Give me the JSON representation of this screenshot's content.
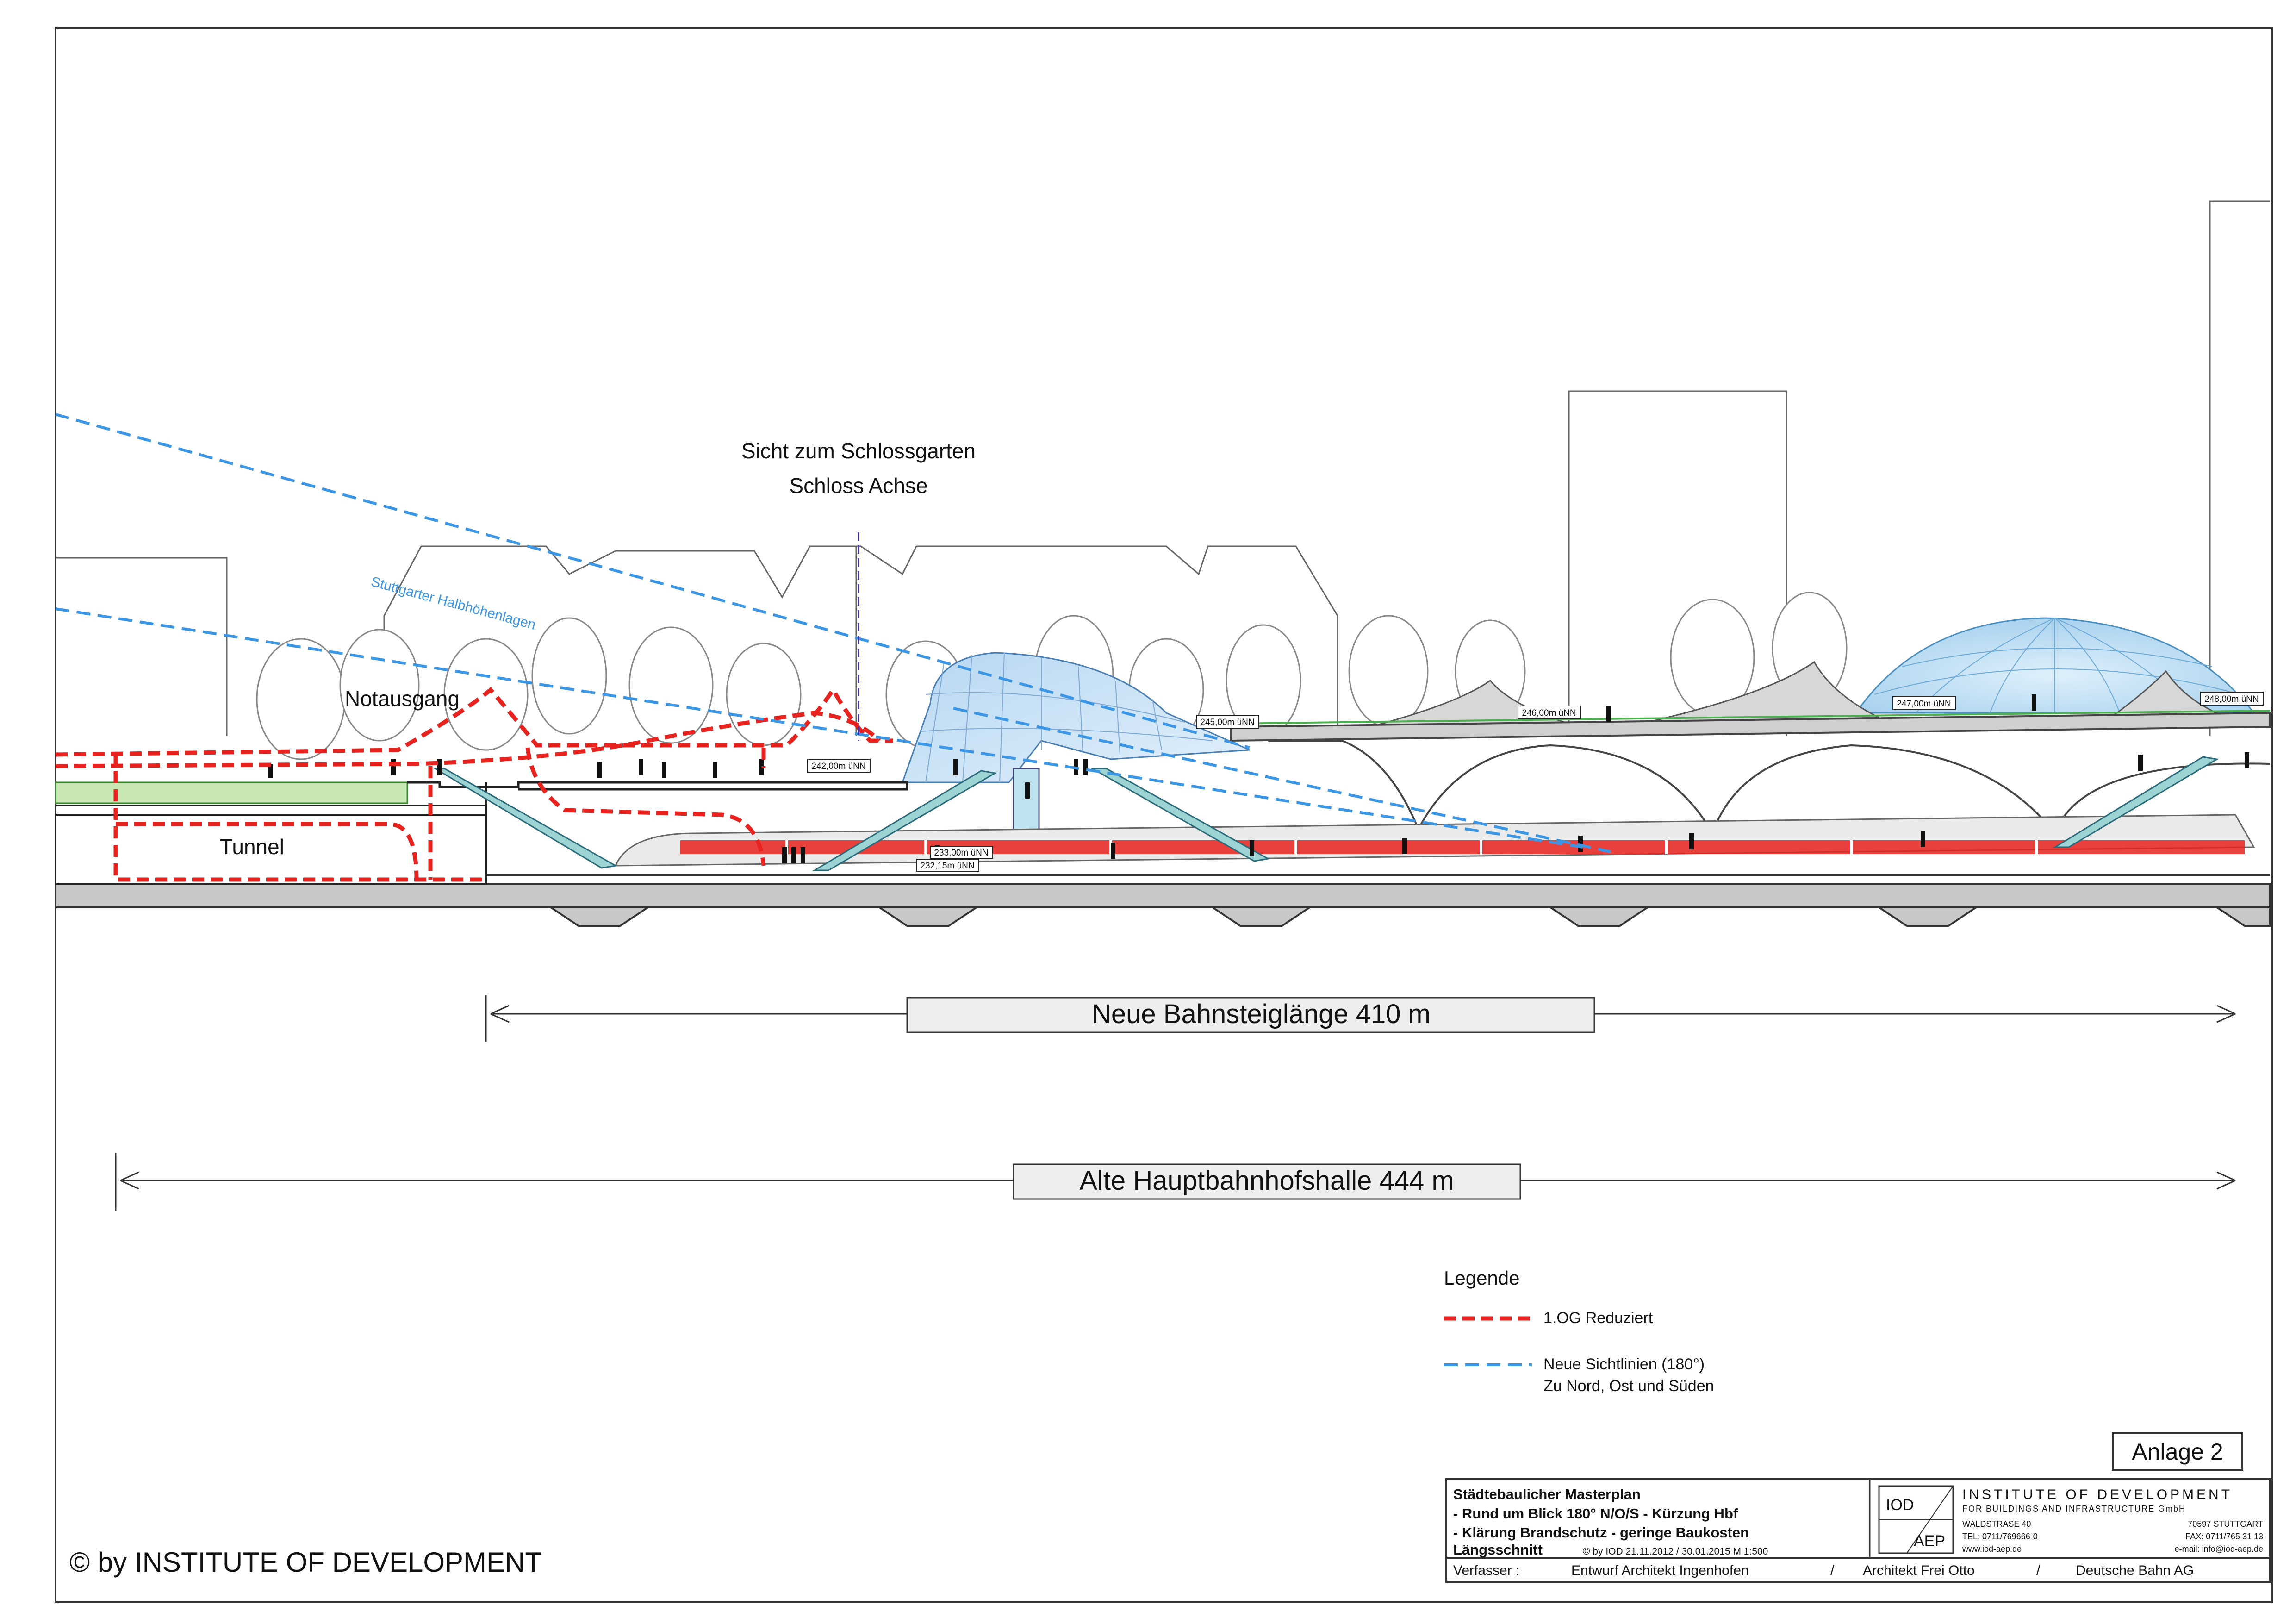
{
  "labels": {
    "sightline_title_1": "Sicht zum Schlossgarten",
    "sightline_title_2": "Schloss Achse",
    "halbhoehen": "Stuttgarter Halbhöhenlagen",
    "notausgang": "Notausgang",
    "tunnel": "Tunnel"
  },
  "levels": {
    "l242": "242,00m üNN",
    "l245": "245,00m üNN",
    "l246": "246,00m üNN",
    "l247": "247,00m üNN",
    "l248": "248,00m üNN",
    "l233": "233,00m üNN",
    "l232": "232,15m üNN"
  },
  "dimensions": {
    "new_platform": "Neue  Bahnsteiglänge 410 m",
    "old_hall": "Alte  Hauptbahnhofshalle   444 m"
  },
  "legend": {
    "title": "Legende",
    "items": [
      {
        "label": "1.OG Reduziert",
        "color": "#e8231f"
      },
      {
        "label": "Neue Sichtlinien (180°)",
        "label2": "Zu Nord, Ost und Süden",
        "color": "#3c96e6"
      }
    ]
  },
  "anlage": "Anlage 2",
  "title_block": {
    "line1": "Städtebaulicher Masterplan",
    "line2": "-  Rund um Blick 180° N/O/S  -  Kürzung Hbf",
    "line3": "-  Klärung Brandschutz  -  geringe Baukosten",
    "line4_bold": "Längsschnitt",
    "line4_rest": "© by IOD  21.11.2012 / 30.01.2015    M 1:500",
    "logo_top": "IOD",
    "logo_bottom": "AEP",
    "org_name": "INSTITUTE  OF  DEVELOPMENT",
    "org_sub": "FOR BUILDINGS  AND  INFRASTRUCTURE  GmbH",
    "address": "WALDSTRASE 40",
    "city": "70597 STUTTGART",
    "tel": "TEL: 0711/769666-0",
    "fax": "FAX: 0711/765 31 13",
    "web": "www.iod-aep.de",
    "email": "e-mail:  info@iod-aep.de",
    "authors_label": "Verfasser :",
    "author1": "Entwurf  Architekt  Ingenhofen",
    "author2": "Architekt  Frei Otto",
    "author3": "Deutsche  Bahn  AG",
    "sep": "/"
  },
  "copyright": "© by INSTITUTE OF DEVELOPMENT"
}
